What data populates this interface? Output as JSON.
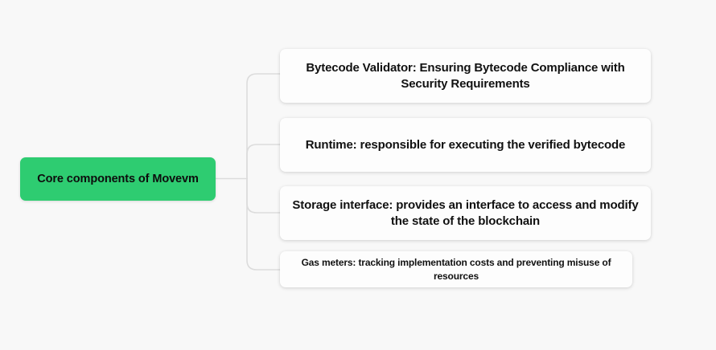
{
  "diagram": {
    "type": "mind-map",
    "background_color": "#f8f8f8",
    "connector_color": "#dcdcdc",
    "root": {
      "label": "Core components of Movevm",
      "color": "#2ecc71",
      "text_color": "#0d0d0d"
    },
    "children": [
      {
        "label": "Bytecode Validator: Ensuring Bytecode Compliance with Security Requirements",
        "color": "#fdfdfd",
        "text_color": "#111111"
      },
      {
        "label": "Runtime: responsible for executing the verified bytecode",
        "color": "#fdfdfd",
        "text_color": "#111111"
      },
      {
        "label": "Storage interface: provides an interface to access and modify the state of the blockchain",
        "color": "#fdfdfd",
        "text_color": "#111111"
      },
      {
        "label": "Gas meters: tracking implementation costs and preventing misuse of resources",
        "color": "#fdfdfd",
        "text_color": "#111111"
      }
    ]
  }
}
